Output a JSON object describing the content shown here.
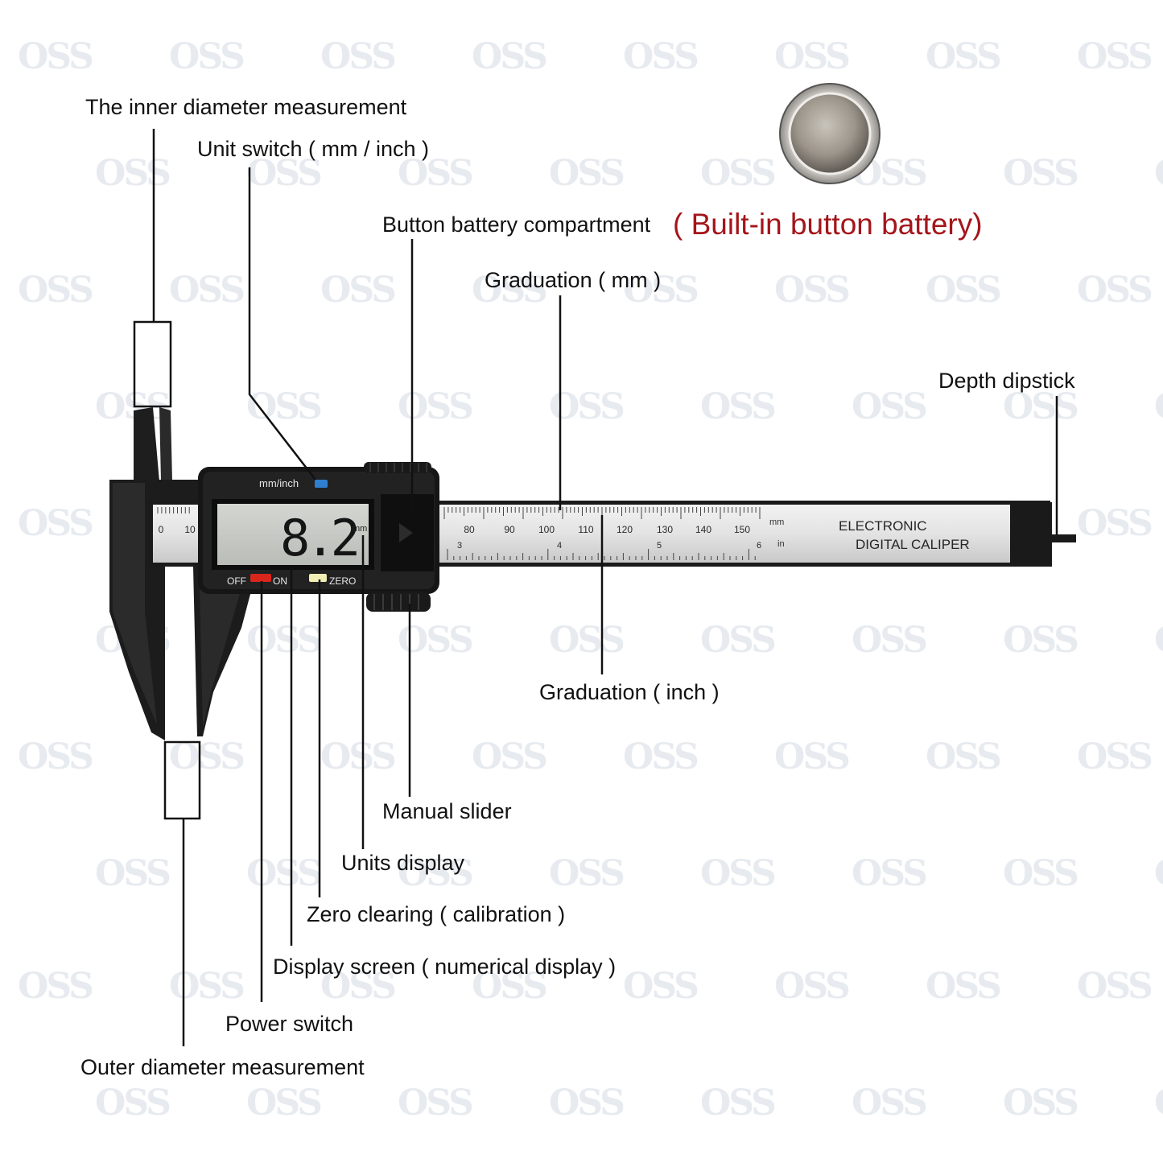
{
  "labels": {
    "inner_diameter": "The inner diameter measurement",
    "unit_switch": "Unit switch ( mm / inch )",
    "battery_compartment": "Button battery compartment",
    "builtin_battery": "( Built-in button battery)",
    "graduation_mm": "Graduation ( mm )",
    "depth_dipstick": "Depth dipstick",
    "graduation_inch": "Graduation ( inch )",
    "manual_slider": "Manual slider",
    "units_display": "Units display",
    "zero_clearing": "Zero clearing ( calibration )",
    "display_screen": "Display screen ( numerical display )",
    "power_switch": "Power switch",
    "outer_diameter": "Outer diameter measurement"
  },
  "device": {
    "mode_button_label": "mm/inch",
    "readout": "8.2",
    "readout_unit": "mm",
    "off_label": "OFF",
    "on_label": "ON",
    "zero_label": "ZERO",
    "beam_text_1": "ELECTRONIC",
    "beam_text_2": "DIGITAL CALIPER",
    "mm_unit": "mm",
    "in_unit": "in",
    "mm_ticks": [
      "0",
      "10",
      "80",
      "90",
      "100",
      "110",
      "120",
      "130",
      "140",
      "150"
    ],
    "inch_ticks": [
      "3",
      "4",
      "5",
      "6"
    ]
  },
  "watermark": "OSS",
  "colors": {
    "body": "#1a1a1a",
    "beam": "#d8d8d8",
    "lcd": "#c9ccc7",
    "label_red": "#a4151b",
    "power_switch": "#d9261c",
    "zero_button": "#f1efb4",
    "mode_button": "#2f7fd0",
    "battery": "#9a938a"
  },
  "icons": [
    "battery-icon",
    "play-arrow-icon"
  ]
}
